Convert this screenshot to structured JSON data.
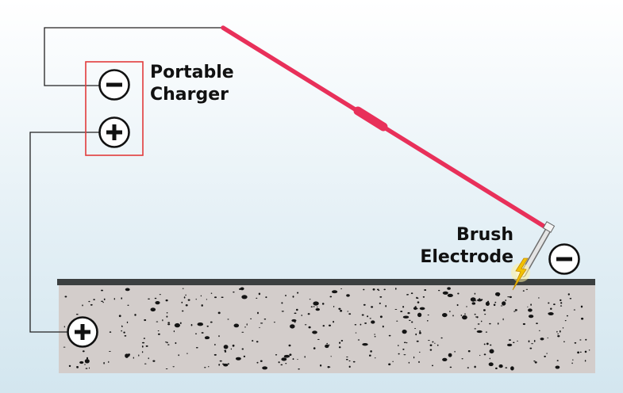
{
  "charger": {
    "label_line1": "Portable",
    "label_line2": "Charger",
    "negative_terminal": "−",
    "positive_terminal": "+"
  },
  "electrode": {
    "label_line1": "Brush",
    "label_line2": "Electrode",
    "terminal": "−"
  },
  "slab": {
    "terminal": "+"
  },
  "colors": {
    "cable": "#e8305a",
    "charger_box": "#e23b3b",
    "concrete": "#d3cdcb",
    "slab_top": "#3b3f40",
    "wire": "#222222",
    "spark": "#f2c200"
  },
  "icons": {
    "terminal": "circle-sign-icon",
    "spark": "lightning-spark-icon"
  }
}
